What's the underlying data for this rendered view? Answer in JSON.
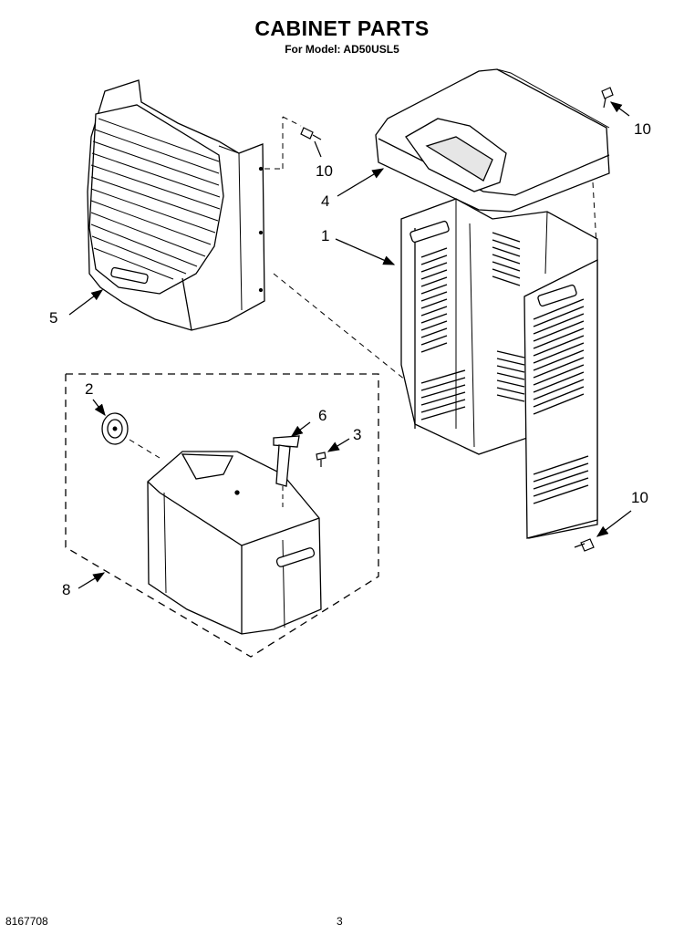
{
  "header": {
    "title": "CABINET PARTS",
    "subtitle": "For Model: AD50USL5"
  },
  "callouts": {
    "c1": "1",
    "c2": "2",
    "c3": "3",
    "c4": "4",
    "c5": "5",
    "c6": "6",
    "c8": "8",
    "c10a": "10",
    "c10b": "10",
    "c10c": "10"
  },
  "footer": {
    "doc_number": "8167708",
    "page_number": "3"
  },
  "colors": {
    "line": "#000000",
    "shade": "#d8d8d8",
    "paper": "#ffffff"
  }
}
